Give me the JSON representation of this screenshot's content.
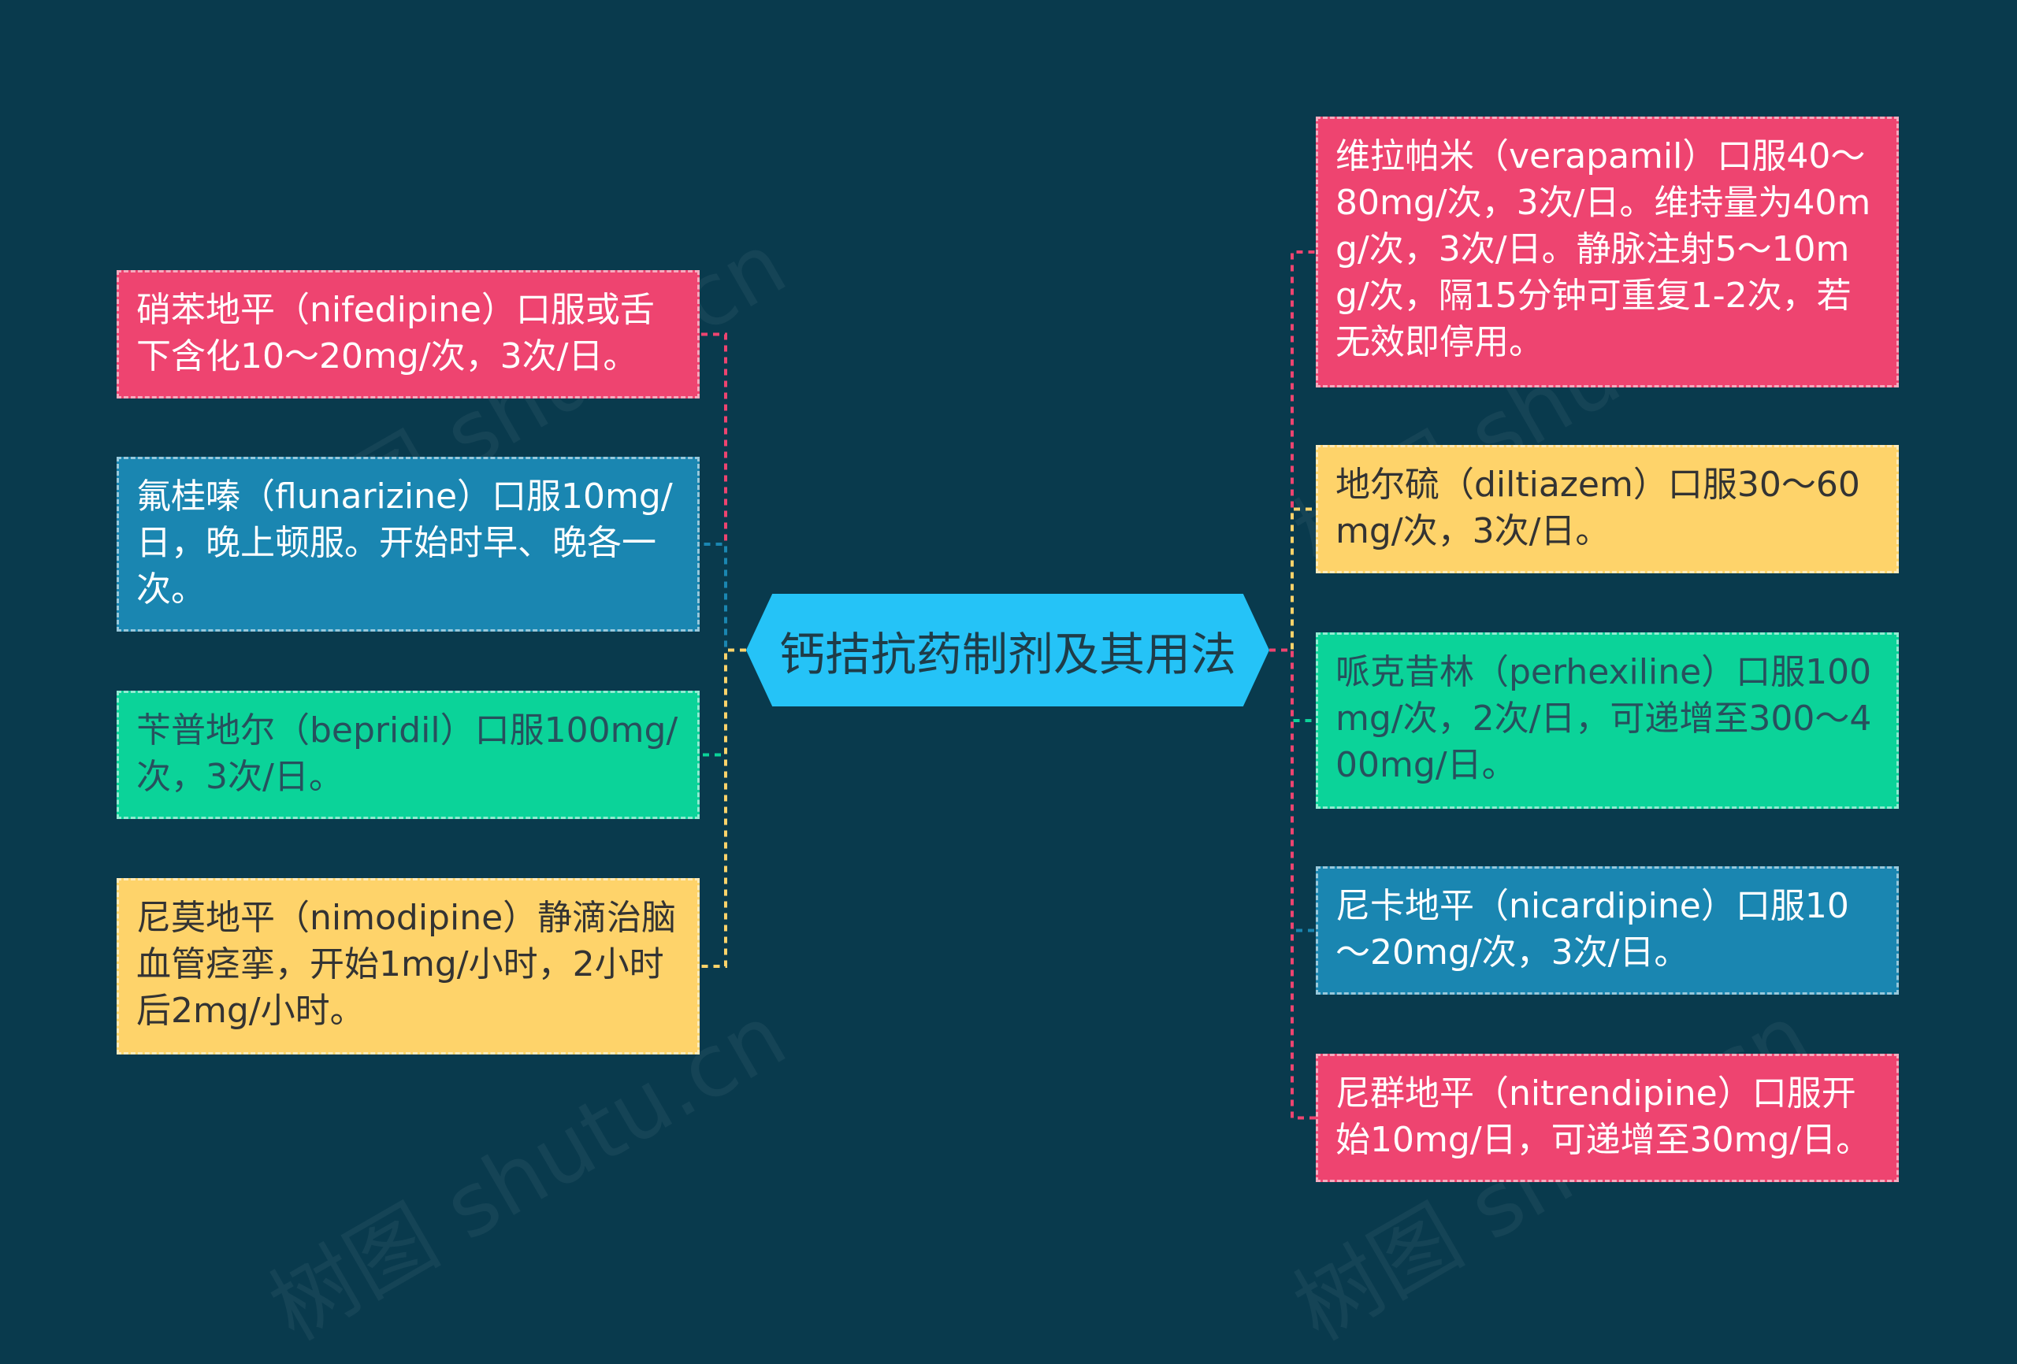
{
  "center": {
    "title": "钙拮抗药制剂及其用法"
  },
  "colors": {
    "background": "#093a4d",
    "center": "#25c3f7",
    "red": "#ee4470",
    "blue": "#1a86b1",
    "green": "#0bd399",
    "yellow": "#fed36a"
  },
  "left": [
    {
      "text": "硝苯地平（nifedipine）口服或舌下含化10～20mg/次，3次/日。",
      "color": "red"
    },
    {
      "text": "氟桂嗪（flunarizine）口服10mg/日，晚上顿服。开始时早、晚各一次。",
      "color": "blue"
    },
    {
      "text": "苄普地尔（bepridil）口服100mg/次，3次/日。",
      "color": "green"
    },
    {
      "text": "尼莫地平（nimodipine）静滴治脑血管痉挛，开始1mg/小时，2小时后2mg/小时。",
      "color": "yellow"
    }
  ],
  "right": [
    {
      "text": "维拉帕米（verapamil）口服40～80mg/次，3次/日。维持量为40mg/次，3次/日。静脉注射5～10mg/次，隔15分钟可重复1-2次，若无效即停用。",
      "color": "red"
    },
    {
      "text": "地尔硫（diltiazem）口服30～60mg/次，3次/日。",
      "color": "yellow"
    },
    {
      "text": "哌克昔林（perhexiline）口服100mg/次，2次/日，可递增至300～400mg/日。",
      "color": "green"
    },
    {
      "text": "尼卡地平（nicardipine）口服10～20mg/次，3次/日。",
      "color": "blue"
    },
    {
      "text": "尼群地平（nitrendipine）口服开始10mg/日，可递增至30mg/日。",
      "color": "red"
    }
  ],
  "watermark": "树图 shutu.cn"
}
